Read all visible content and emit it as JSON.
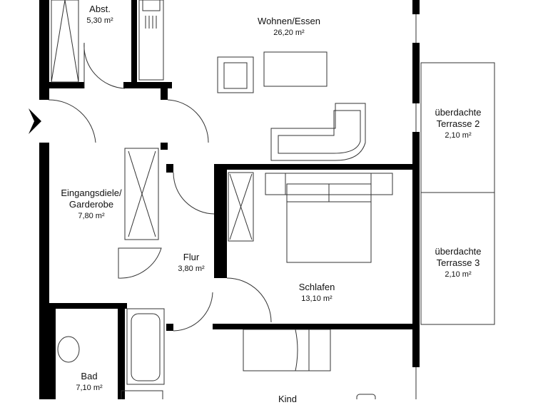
{
  "rooms": [
    {
      "name": "Abst.",
      "area": "5,30 m²"
    },
    {
      "name": "Wohnen/Essen",
      "area": "26,20 m²"
    },
    {
      "name": "überdachte Terrasse 2",
      "area": "2,10 m²"
    },
    {
      "name": "Eingangsdiele/ Garderobe",
      "area": "7,80 m²"
    },
    {
      "name": "Flur",
      "area": "3,80 m²"
    },
    {
      "name": "Schlafen",
      "area": "13,10 m²"
    },
    {
      "name": "überdachte Terrasse 3",
      "area": "2,10 m²"
    },
    {
      "name": "Bad",
      "area": "7,10 m²"
    },
    {
      "name": "Kind",
      "area": ""
    }
  ],
  "colors": {
    "wall": "#000000",
    "line": "#333333",
    "background": "#ffffff"
  },
  "icons": [
    "entrance-arrow-icon"
  ]
}
